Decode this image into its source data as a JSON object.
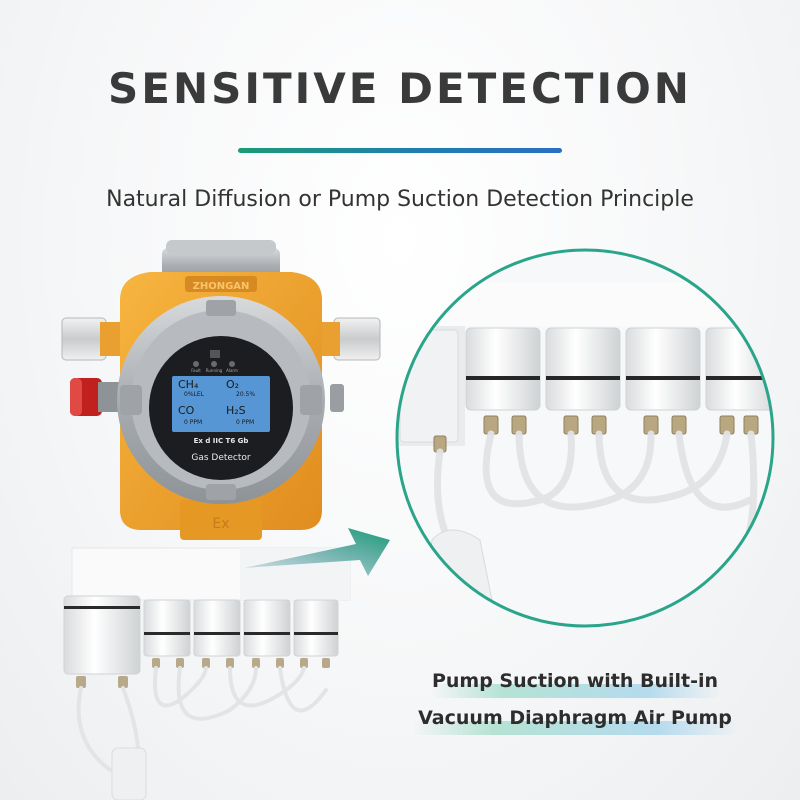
{
  "heading": {
    "title": "SENSITIVE DETECTION",
    "subtitle": "Natural Diffusion or Pump Suction Detection Principle"
  },
  "device": {
    "brand": "ZHONGAN",
    "explosion_mark": "Ex",
    "certification": "Ex d IIC T6 Gb",
    "nameplate": "Gas Detector",
    "indicators": [
      "Fault",
      "Running",
      "Alarm"
    ],
    "lcd": {
      "ch4_label": "CH₄",
      "ch4_value": "0%LEL",
      "o2_label": "O₂",
      "o2_value": "20.5%",
      "co_label": "CO",
      "co_value": "0 PPM",
      "h2s_label": "H₂S",
      "h2s_value": "0 PPM"
    },
    "body_color": "#f0a030"
  },
  "caption": {
    "line1": "Pump Suction with Built-in",
    "line2": "Vacuum Diaphragm Air Pump"
  },
  "colors": {
    "accent_green": "#1b9c75",
    "accent_blue": "#2a6fc4",
    "circle_border": "#2aa58a"
  }
}
